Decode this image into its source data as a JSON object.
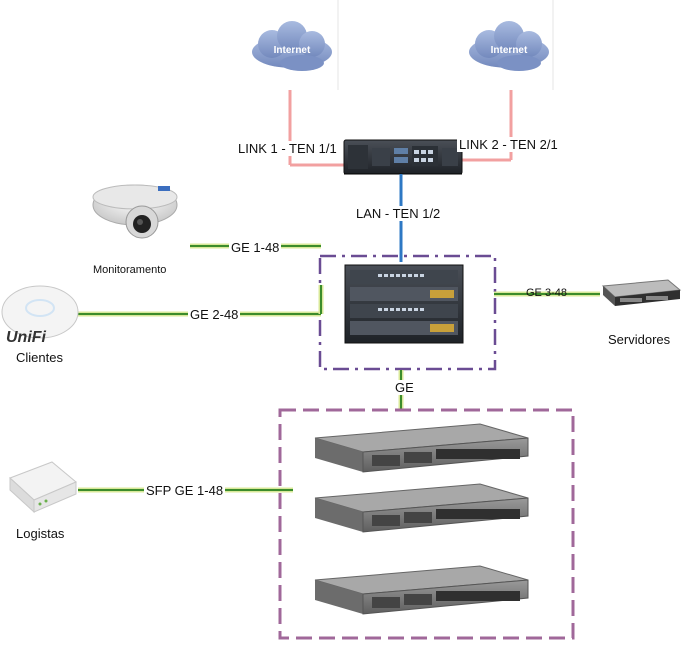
{
  "clouds": [
    {
      "label": "Internet"
    },
    {
      "label": "Internet"
    }
  ],
  "links": {
    "wan1": "LINK 1 - TEN 1/1",
    "wan2": "LINK 2 - TEN 2/1",
    "lan": "LAN - TEN 1/2",
    "camera": "GE 1-48",
    "ap": "GE 2-48",
    "servers": "GE 3-48",
    "uplink": "GE",
    "access": "SFP GE 1-48"
  },
  "devices": {
    "camera": "Monitoramento",
    "ap": "Clientes",
    "ap_brand": "UniFi",
    "servers": "Servidores",
    "shops": "Logistas"
  },
  "colors": {
    "wan_link": "#f2a0a0",
    "lan_link": "#2e78c4",
    "copper_link": "#3c8c2c",
    "copper_link_light": "#d8e898",
    "group_border": "#6a4c93",
    "access_border": "#a0689a",
    "cloud": "#8ea4d2"
  }
}
